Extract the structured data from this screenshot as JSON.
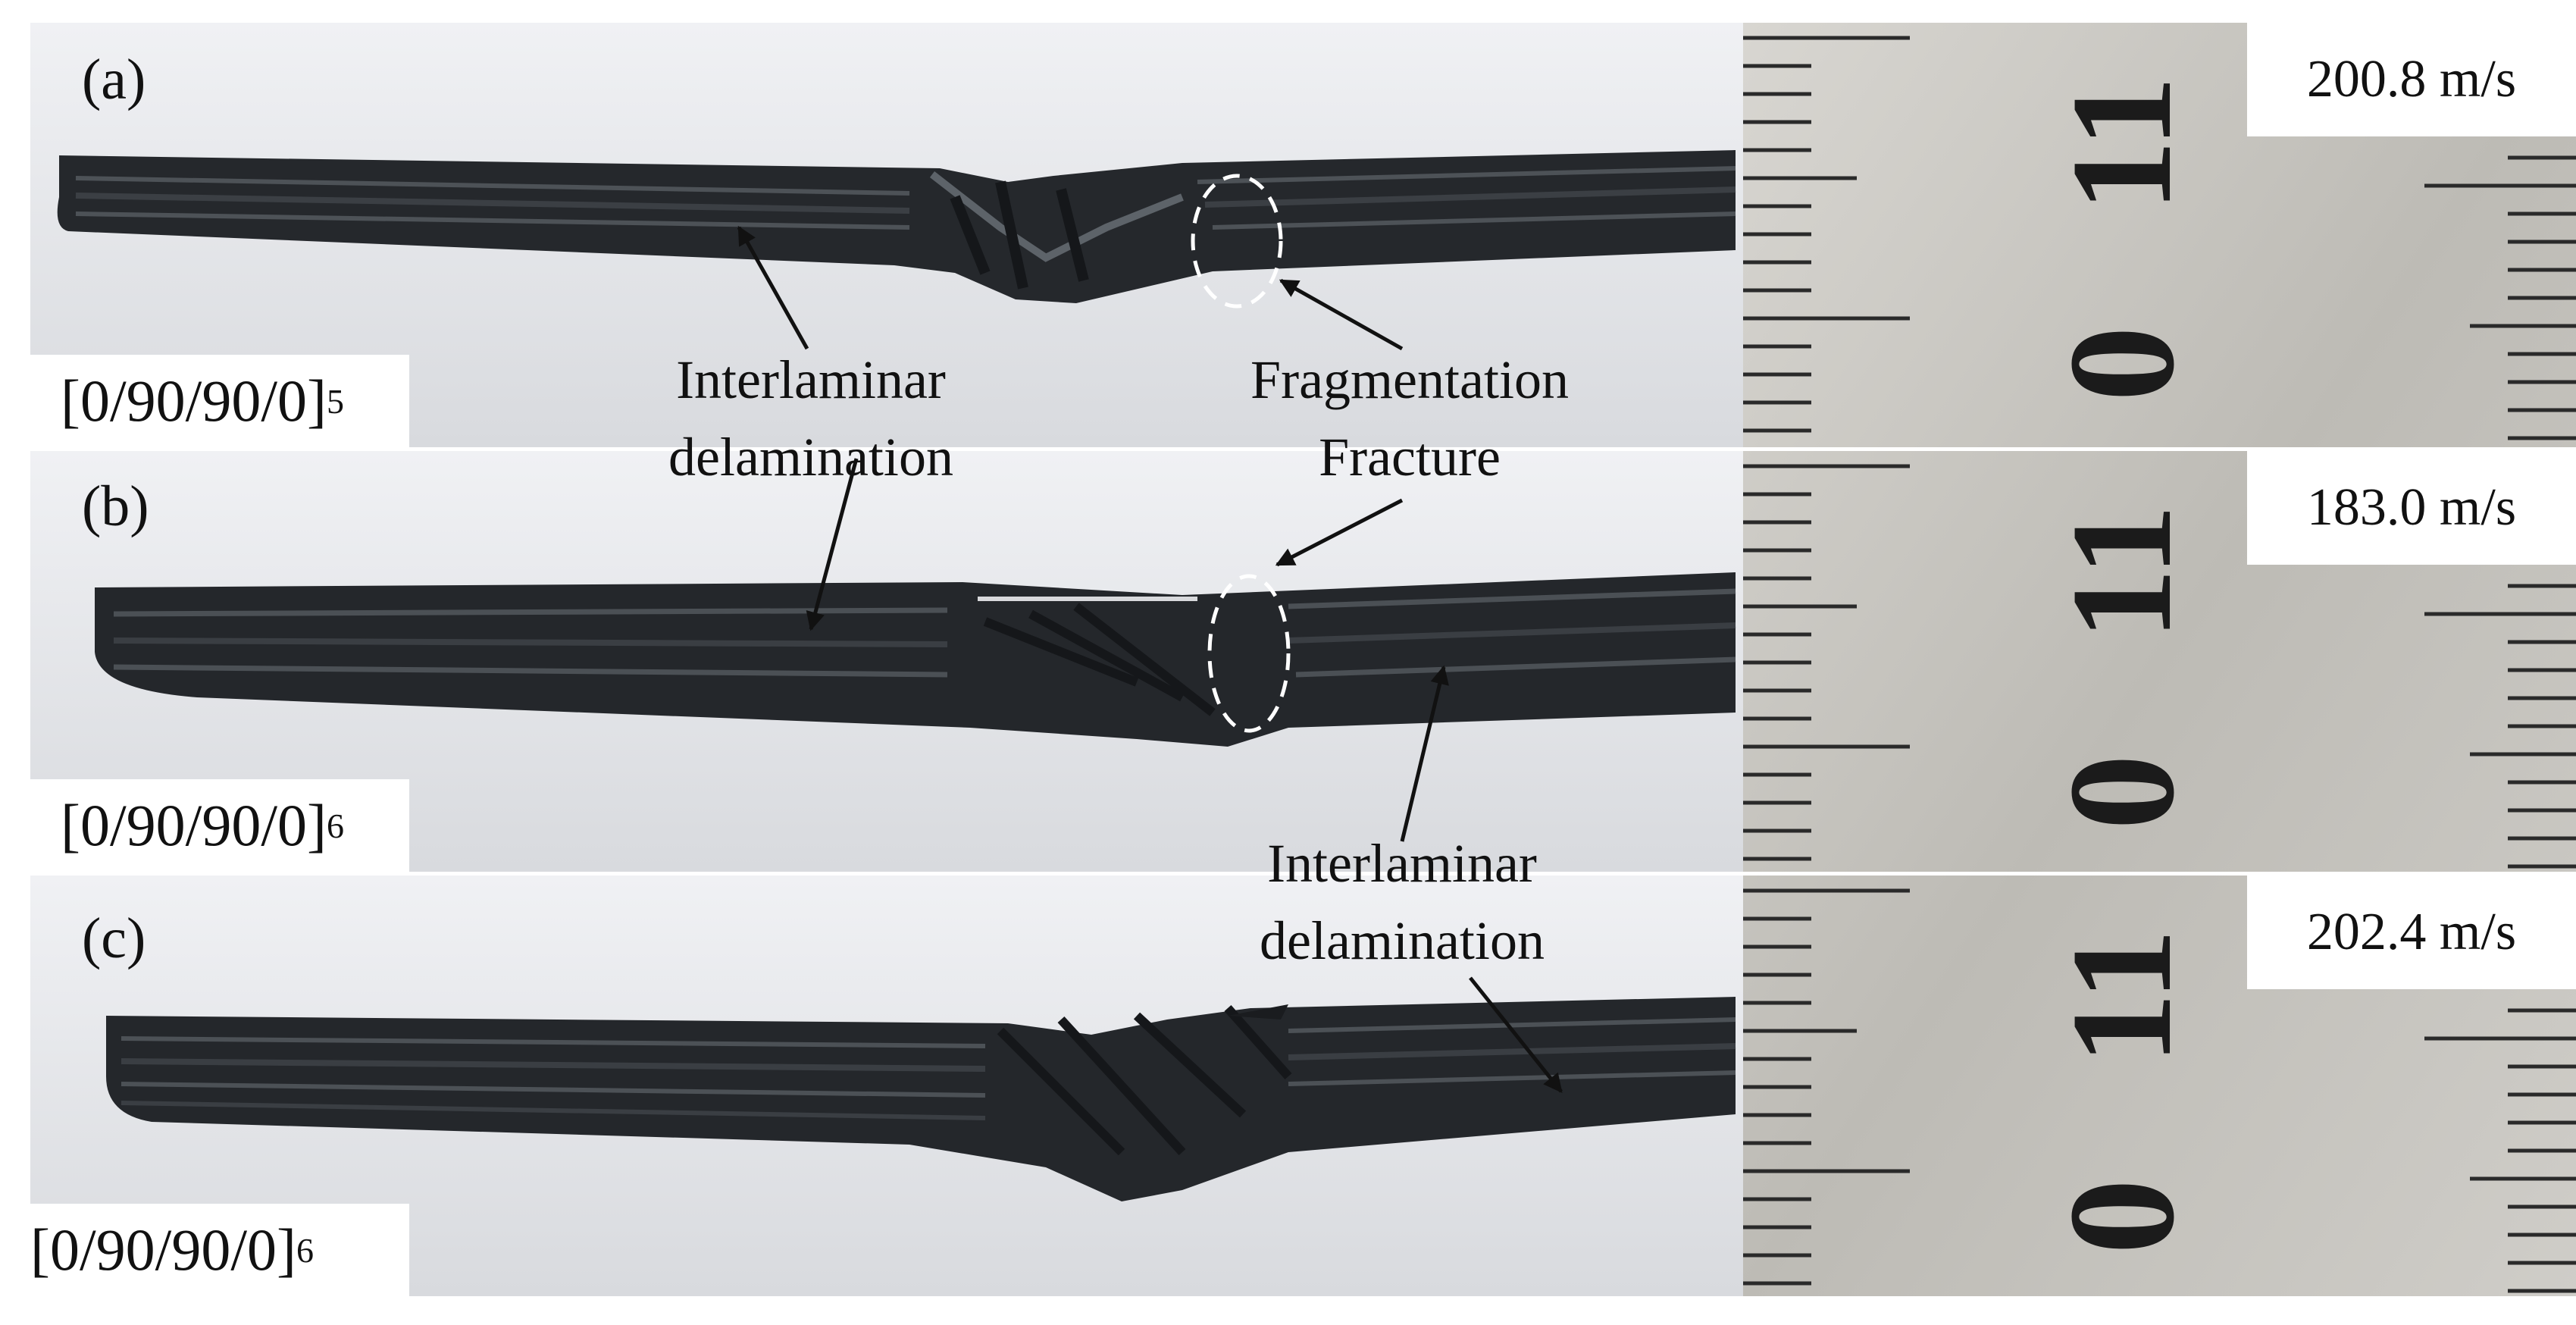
{
  "panels": [
    {
      "label": "(a)",
      "layup_main": "[0/90/90/0]",
      "layup_sub": "5",
      "velocity": "200.8 m/s"
    },
    {
      "label": "(b)",
      "layup_main": "[0/90/90/0]",
      "layup_sub": "6",
      "velocity": "183.0 m/s"
    },
    {
      "label": "(c)",
      "layup_main": "[0/90/90/0]",
      "layup_sub": "6",
      "velocity": "202.4 m/s"
    }
  ],
  "annotations": {
    "delam_top_line1": "Interlaminar",
    "delam_top_line2": "delamination",
    "frag_line1": "Fragmentation",
    "frag_line2": "Fracture",
    "delam_right_line1": "Interlaminar",
    "delam_right_line2": "delamination"
  },
  "ruler_digits": [
    "11",
    "0"
  ],
  "colors": {
    "laminate": "#24272b",
    "background_wall": "#e6e7ea",
    "ruler_steel": "#c9c7c2",
    "dashed_ellipse": "#ffffff"
  }
}
